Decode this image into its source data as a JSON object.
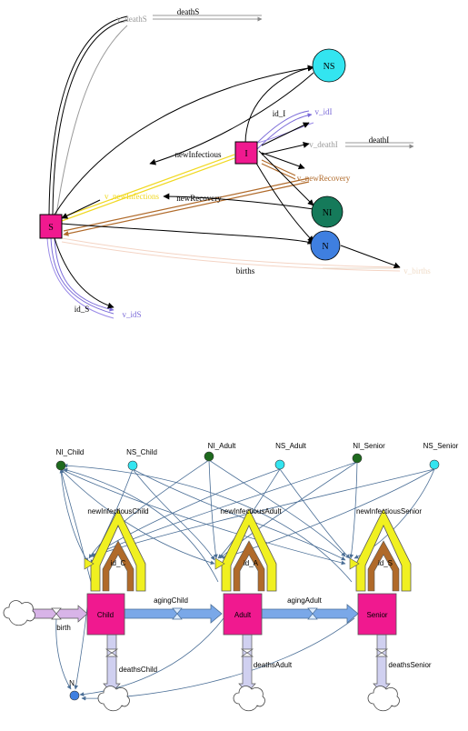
{
  "top": {
    "stocks": {
      "s": "S",
      "i": "I"
    },
    "circles": {
      "ns": "NS",
      "ni": "NI",
      "n": "N"
    },
    "flows": {
      "death_s": "deathS",
      "death_i": "deathI",
      "new_infectious": "newInfectious",
      "new_recovery": "newRecovery",
      "births": "births",
      "id_i": "id_I",
      "id_s": "id_S"
    },
    "valves": {
      "v_death_s": "v_deathS",
      "v_id_i": "v_idI",
      "v_death_i": "v_deathI",
      "v_new_recovery": "v_newRecovery",
      "v_new_infections": "v_newInfections",
      "v_births": "v_births",
      "v_id_s": "v_idS"
    }
  },
  "bottom": {
    "stocks": {
      "child": "Child",
      "adult": "Adult",
      "senior": "Senior"
    },
    "aux_top": {
      "ni_child": "NI_Child",
      "ns_child": "NS_Child",
      "ni_adult": "NI_Adult",
      "ns_adult": "NS_Adult",
      "ni_senior": "NI_Senior",
      "ns_senior": "NS_Senior"
    },
    "n_label": "N",
    "flows": {
      "birth": "birth",
      "aging_child": "agingChild",
      "aging_adult": "agingAdult",
      "deaths_child": "deathsChild",
      "deaths_adult": "deathsAdult",
      "deaths_senior": "deathsSenior",
      "new_inf_child": "newInfectiousChild",
      "new_inf_adult": "newInfectiousAdult",
      "new_inf_senior": "newInfectiousSenior",
      "id_c": "id_C",
      "id_a": "id_A",
      "id_s": "id_S"
    }
  },
  "colors": {
    "stock": "#f0198f",
    "ns": "#33e5f0",
    "ni": "#157a5a",
    "n": "#3f7fe0",
    "aux_green": "#1e6a1e",
    "link": "#4a6e96"
  }
}
